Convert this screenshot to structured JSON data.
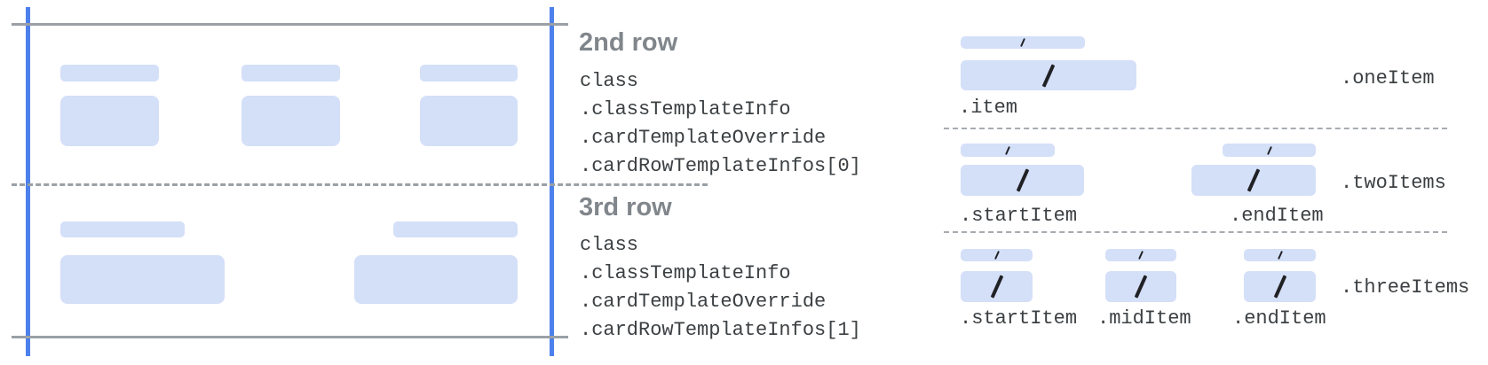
{
  "colors": {
    "placeholder_fill": "#d4dff8",
    "guide_blue": "#4c80ec",
    "guide_gray": "#9aa0a6",
    "heading_gray": "#80868b",
    "code_text": "#3c4043",
    "slash_mark": "#202124"
  },
  "icons": {
    "slash": "slash-separator"
  },
  "left_diagram": {
    "row2": {
      "heading": "2nd row",
      "code_lines": [
        "class",
        ".classTemplateInfo",
        ".cardTemplateOverride",
        ".cardRowTemplateInfos[0]"
      ]
    },
    "row3": {
      "heading": "3rd row",
      "code_lines": [
        "class",
        ".classTemplateInfo",
        ".cardTemplateOverride",
        ".cardRowTemplateInfos[1]"
      ]
    }
  },
  "right_diagram": {
    "one_item": {
      "row_label": ".oneItem",
      "item_labels": [
        ".item"
      ]
    },
    "two_items": {
      "row_label": ".twoItems",
      "item_labels": [
        ".startItem",
        ".endItem"
      ]
    },
    "three_items": {
      "row_label": ".threeItems",
      "item_labels": [
        ".startItem",
        ".midItem",
        ".endItem"
      ]
    }
  }
}
